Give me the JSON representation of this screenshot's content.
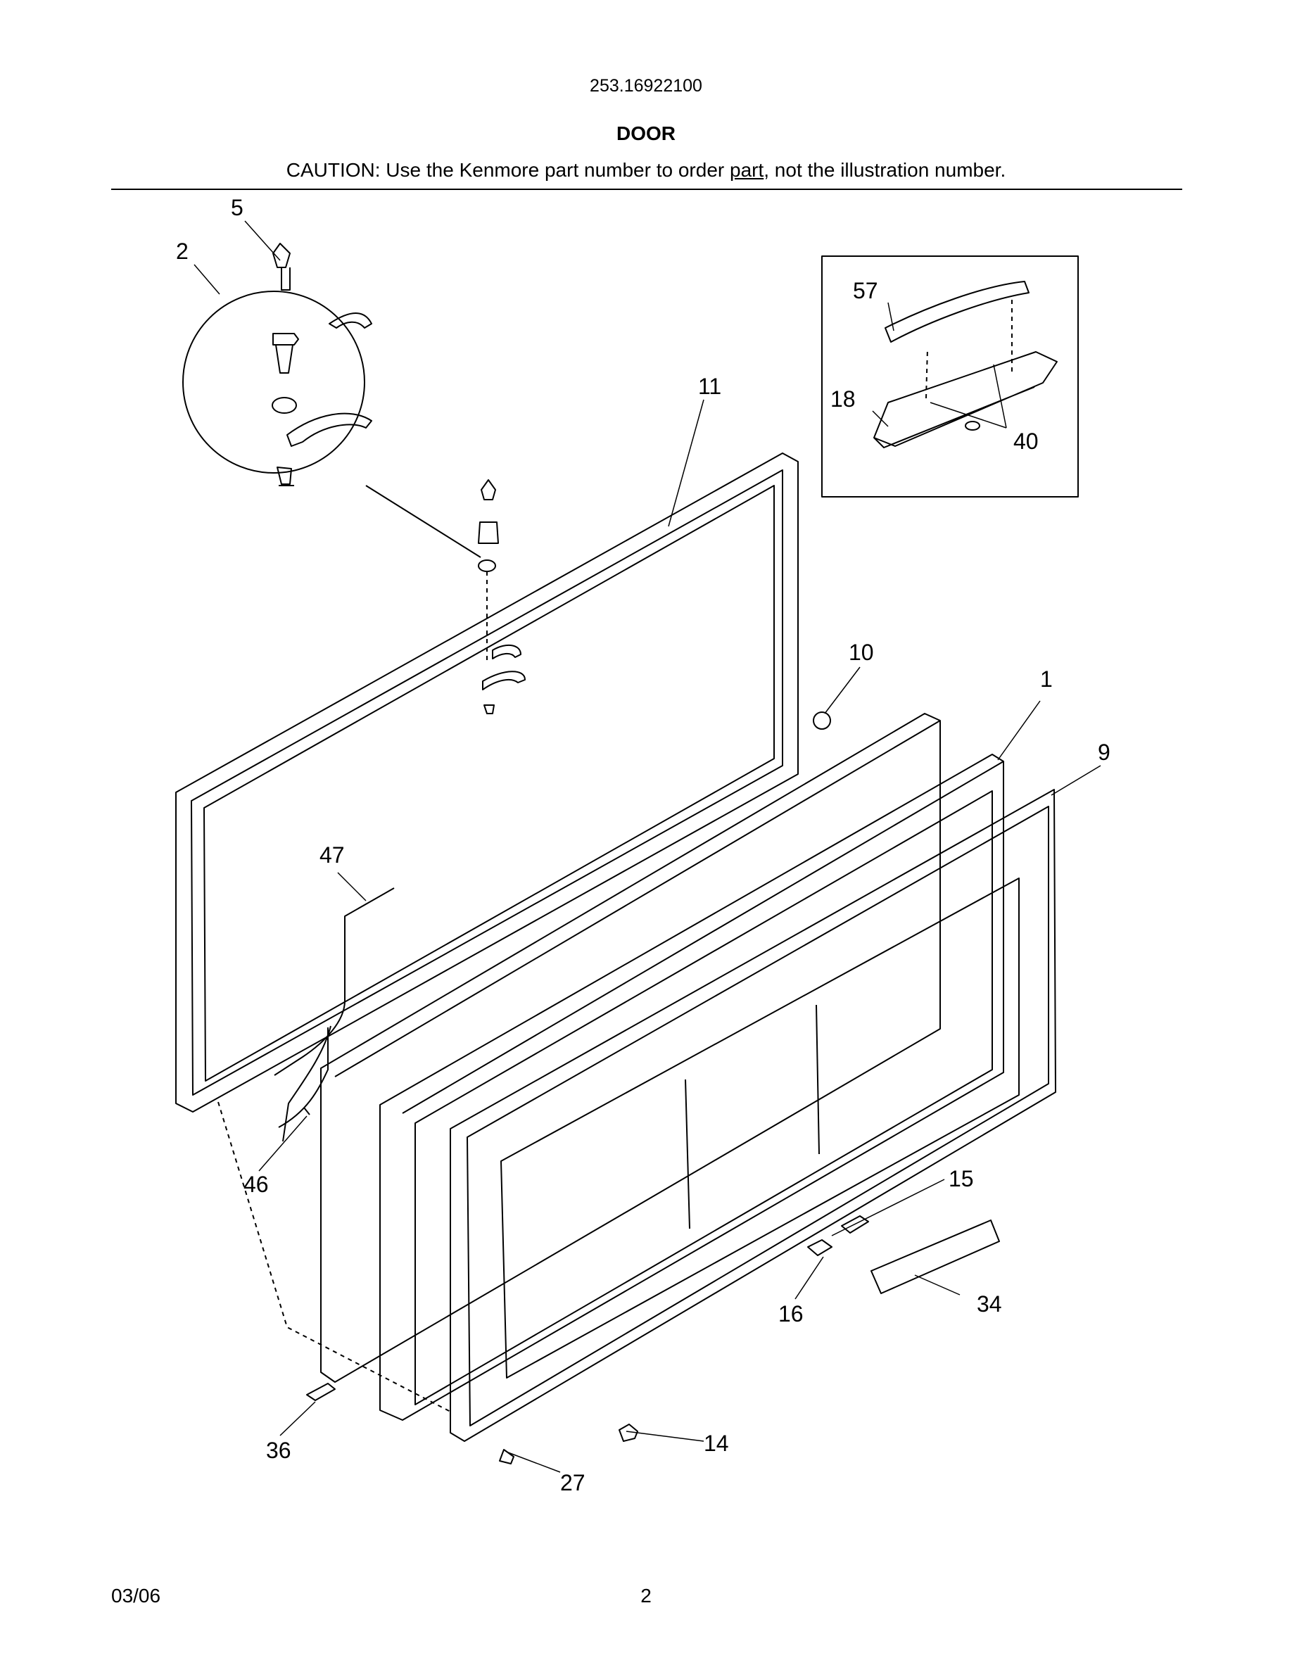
{
  "header": {
    "model_number": "253.16922100",
    "section_title": "DOOR",
    "caution_before": "CAUTION: Use the Kenmore part number to order ",
    "caution_underlined": "part",
    "caution_after": ", not the illustration number."
  },
  "callouts": {
    "c5": "5",
    "c2": "2",
    "c57": "57",
    "c18": "18",
    "c40": "40",
    "c11": "11",
    "c10": "10",
    "c1": "1",
    "c9": "9",
    "c47": "47",
    "c46": "46",
    "c15": "15",
    "c16": "16",
    "c34": "34",
    "c36": "36",
    "c14": "14",
    "c27": "27"
  },
  "footer": {
    "date": "03/06",
    "page_number": "2"
  }
}
